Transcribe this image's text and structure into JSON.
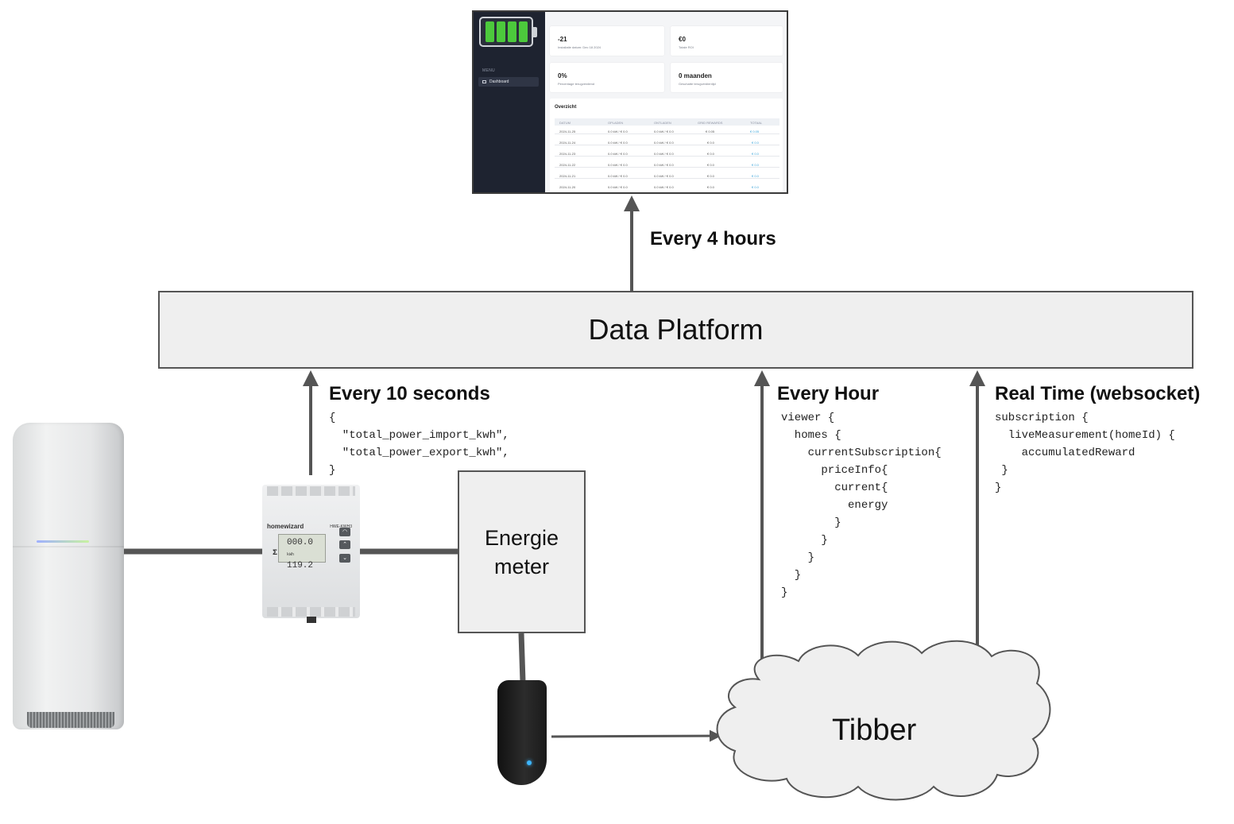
{
  "dashboard": {
    "menu_label": "MENU",
    "menu_item": "Dashboard",
    "cards": [
      {
        "value": "-21",
        "sub": "Installatie datum: Dec 18 2024"
      },
      {
        "value": "€0",
        "sub": "Totale ROI"
      },
      {
        "value": "0%",
        "sub": "Percentage terugverdiend"
      },
      {
        "value": "0 maanden",
        "sub": "Geschatte terugverdientijd"
      }
    ],
    "overview_title": "Overzicht",
    "columns": [
      "DATUM",
      "OPLADEN",
      "ONTLADEN",
      "GRID REWARDS",
      "TOTAAL"
    ],
    "rows": [
      [
        "2024-11-25",
        "0.0 kW / € 0.0",
        "0.0 kW / € 0.0",
        "€ 0.05",
        "€ 0.05"
      ],
      [
        "2024-11-24",
        "0.0 kW / € 0.0",
        "0.0 kW / € 0.0",
        "€ 0.0",
        "€ 0.0"
      ],
      [
        "2024-11-23",
        "0.0 kW / € 0.0",
        "0.0 kW / € 0.0",
        "€ 0.0",
        "€ 0.0"
      ],
      [
        "2024-11-22",
        "0.0 kW / € 0.0",
        "0.0 kW / € 0.0",
        "€ 0.0",
        "€ 0.0"
      ],
      [
        "2024-11-21",
        "0.0 kW / € 0.0",
        "0.0 kW / € 0.0",
        "€ 0.0",
        "€ 0.0"
      ],
      [
        "2024-11-20",
        "0.0 kW / € 0.0",
        "0.0 kW / € 0.0",
        "€ 0.0",
        "€ 0.0"
      ]
    ]
  },
  "labels": {
    "every_4_hours": "Every 4 hours",
    "every_10_seconds": "Every 10 seconds",
    "every_hour": "Every Hour",
    "real_time": "Real Time (websocket)"
  },
  "nodes": {
    "data_platform": "Data Platform",
    "energie_meter": "Energie\nmeter",
    "tibber": "Tibber"
  },
  "code": {
    "homewizard": "{\n  \"total_power_import_kwh\",\n  \"total_power_export_kwh\",\n}",
    "every_hour": "viewer {\n  homes {\n    currentSubscription{\n      priceInfo{\n        current{\n          energy\n        }\n      }\n    }\n  }\n}",
    "websocket": "subscription {\n  liveMeasurement(homeId) {\n    accumulatedReward\n }\n}"
  },
  "homewizard_meter": {
    "brand": "homewizard",
    "model": "HWE-KWH3",
    "lcd_top": "000.0",
    "lcd_unit": "kWh",
    "lcd_bottom": "119.2",
    "sigma": "Σ"
  }
}
